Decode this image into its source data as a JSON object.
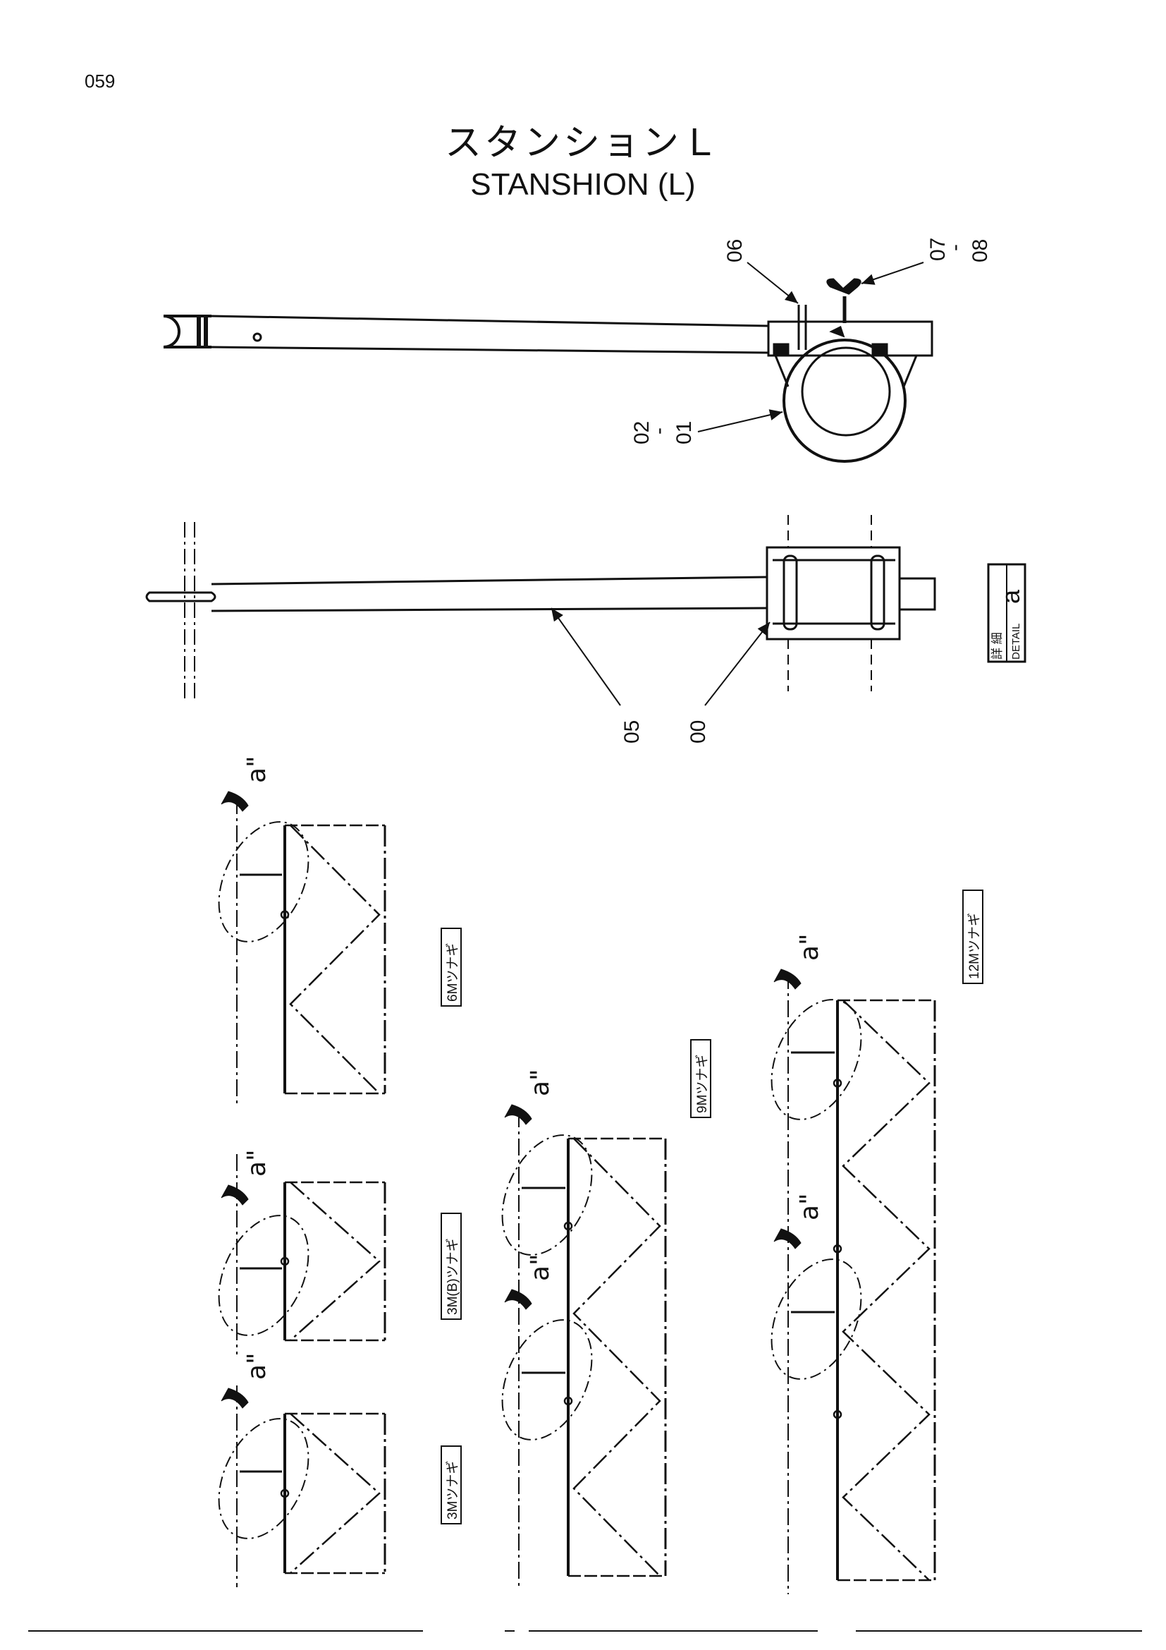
{
  "page_number": "059",
  "title_jp": "スタンションＬ",
  "title_en": "STANSHION (L)",
  "callouts": {
    "c06": "06",
    "c07": "07",
    "c08": "08",
    "c02": "02",
    "c01": "01",
    "c05": "05",
    "c00": "00",
    "dash": "-"
  },
  "detail_box": {
    "jp": "詳 細",
    "en": "DETAIL",
    "letter": "a"
  },
  "detail_marker": "a\"",
  "section_labels": {
    "m6": "6Mツナギ",
    "m3b": "3M(B)ツナギ",
    "m3": "3Mツナギ",
    "m9": "9Mツナギ",
    "m12": "12Mツナギ"
  }
}
